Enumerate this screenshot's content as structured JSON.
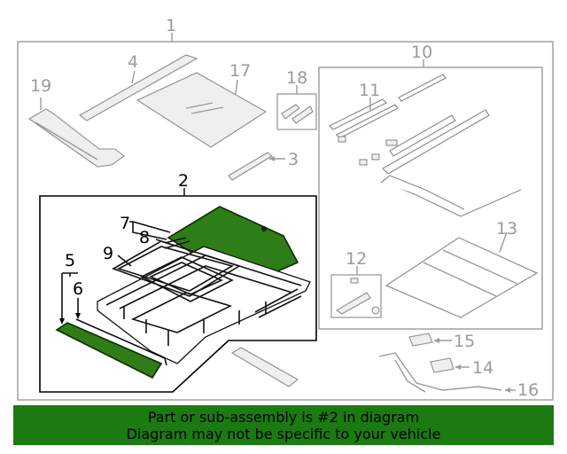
{
  "callouts": {
    "c1": "1",
    "c2": "2",
    "c3": "3",
    "c4": "4",
    "c5": "5",
    "c6": "6",
    "c7": "7",
    "c8": "8",
    "c9": "9",
    "c10": "10",
    "c11": "11",
    "c12": "12",
    "c13": "13",
    "c14": "14",
    "c15": "15",
    "c16": "16",
    "c17": "17",
    "c18": "18",
    "c19": "19"
  },
  "highlight": {
    "part": "2",
    "color": "#1b7a12"
  },
  "banner": {
    "line1": "Part or sub-assembly is #2 in diagram",
    "line2": "Diagram may not be specific to your vehicle"
  }
}
